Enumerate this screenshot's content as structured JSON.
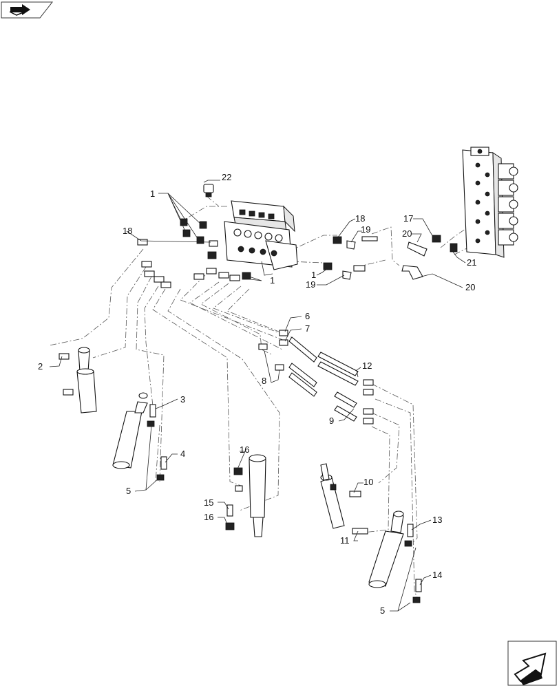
{
  "diagram": {
    "callouts": [
      "1",
      "1",
      "1",
      "2",
      "3",
      "4",
      "5",
      "5",
      "6",
      "7",
      "8",
      "9",
      "10",
      "11",
      "12",
      "13",
      "14",
      "15",
      "16",
      "16",
      "17",
      "18",
      "18",
      "19",
      "19",
      "20",
      "20",
      "21",
      "22"
    ]
  },
  "icons": {
    "top_left": "book-arrow-icon",
    "bottom_right": "next-page-arrow-icon"
  }
}
